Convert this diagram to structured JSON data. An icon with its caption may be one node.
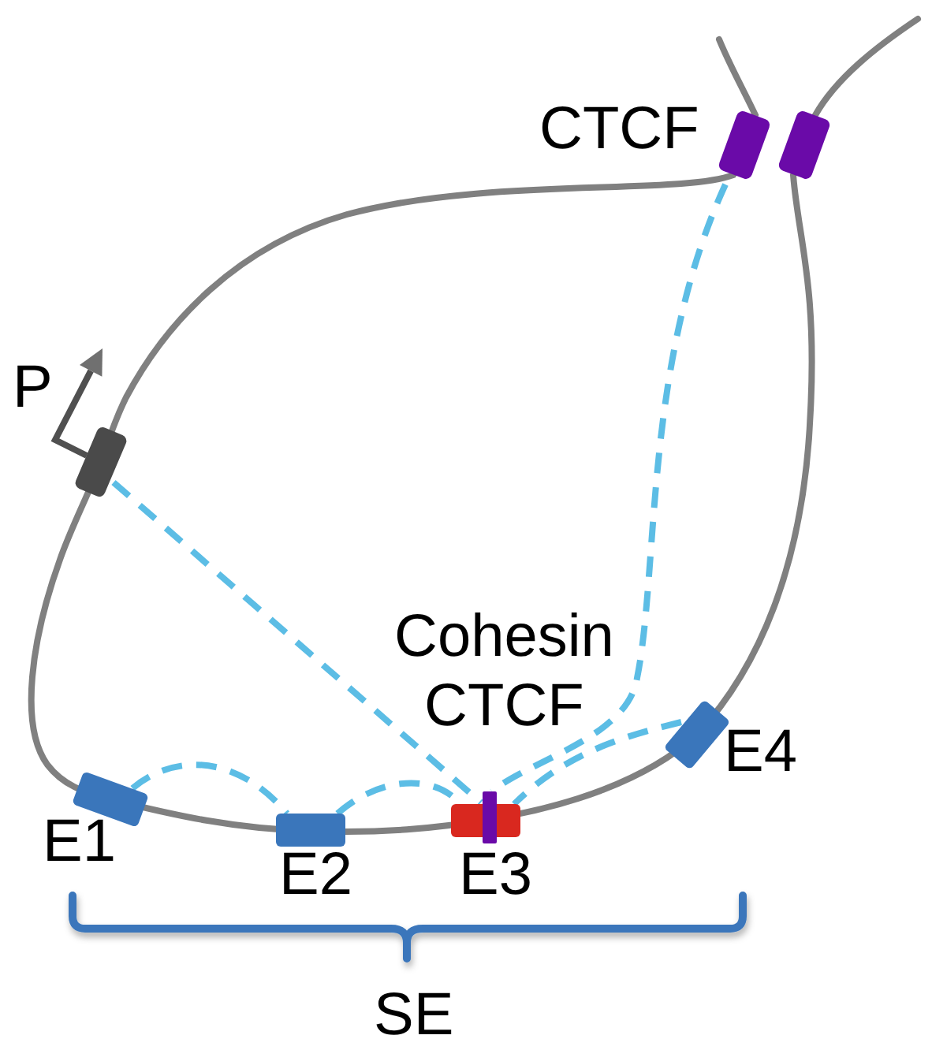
{
  "diagram": {
    "nodes": [
      {
        "text": [
          "CTCF"
        ]
      },
      {
        "text": [
          "P"
        ]
      },
      {
        "text": [
          "E1"
        ]
      },
      {
        "text": [
          "E2"
        ]
      },
      {
        "text": [
          "E3"
        ]
      },
      {
        "text": [
          "E4"
        ]
      }
    ],
    "edges": [
      {
        "from": 1,
        "to": 4,
        "arrow": "none",
        "style": "dashed"
      },
      {
        "from": 0,
        "to": 4,
        "arrow": "none",
        "style": "dashed"
      },
      {
        "from": 2,
        "to": 3,
        "arrow": "none",
        "style": "dashed"
      },
      {
        "from": 3,
        "to": 4,
        "arrow": "none",
        "style": "dashed"
      },
      {
        "from": 5,
        "to": 4,
        "arrow": "none",
        "style": "dashed"
      }
    ],
    "labels": [
      "Cohesin CTCF",
      "SE"
    ]
  }
}
